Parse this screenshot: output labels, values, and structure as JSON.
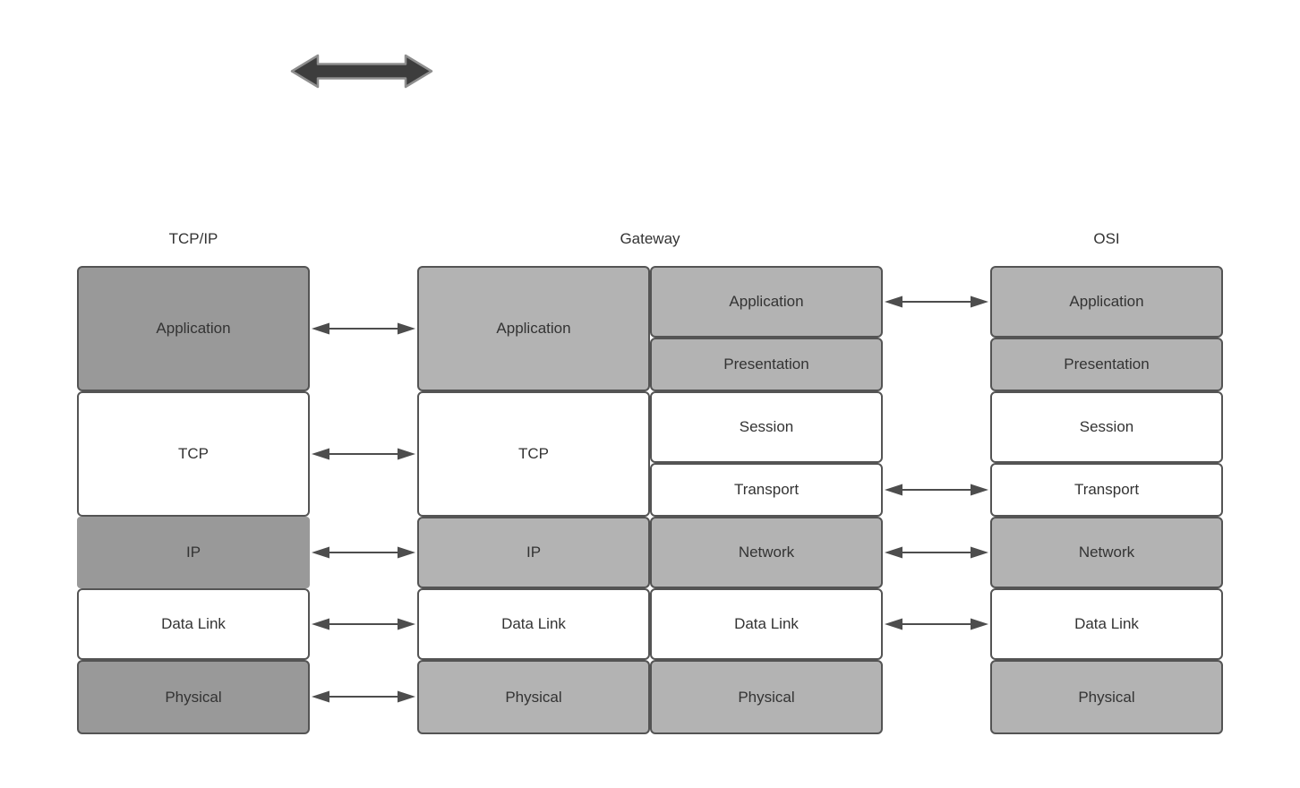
{
  "diagram": {
    "big_arrow_icon": "double-headed-arrow",
    "headers": {
      "tcpip": "TCP/IP",
      "gateway": "Gateway",
      "osi": "OSI"
    },
    "tcpip_stack": {
      "layers": [
        "Application",
        "TCP",
        "IP",
        "Data Link",
        "Physical"
      ]
    },
    "gateway_stack": {
      "left_layers": [
        "Application",
        "TCP",
        "IP",
        "Data Link",
        "Physical"
      ],
      "right_layers": [
        "Application",
        "Presentation",
        "Session",
        "Transport",
        "Network",
        "Data Link",
        "Physical"
      ]
    },
    "osi_stack": {
      "layers": [
        "Application",
        "Presentation",
        "Session",
        "Transport",
        "Network",
        "Data Link",
        "Physical"
      ]
    },
    "connections": {
      "tcpip_to_gateway": [
        "Application",
        "TCP",
        "IP",
        "Data Link",
        "Physical"
      ],
      "gateway_to_osi": [
        "Application",
        "Transport",
        "Network",
        "Data Link"
      ]
    },
    "colors": {
      "tcpip_layer_fill": "#999999",
      "gateway_osi_layer_fill": "#b3b3b3",
      "white_layer_fill": "#ffffff",
      "box_border": "#545454",
      "text": "#333333",
      "thin_arrow": "#4d4d4d",
      "big_arrow_fill": "#3d3d3d",
      "big_arrow_stroke": "#8f8f8f",
      "background": "#ffffff"
    }
  }
}
